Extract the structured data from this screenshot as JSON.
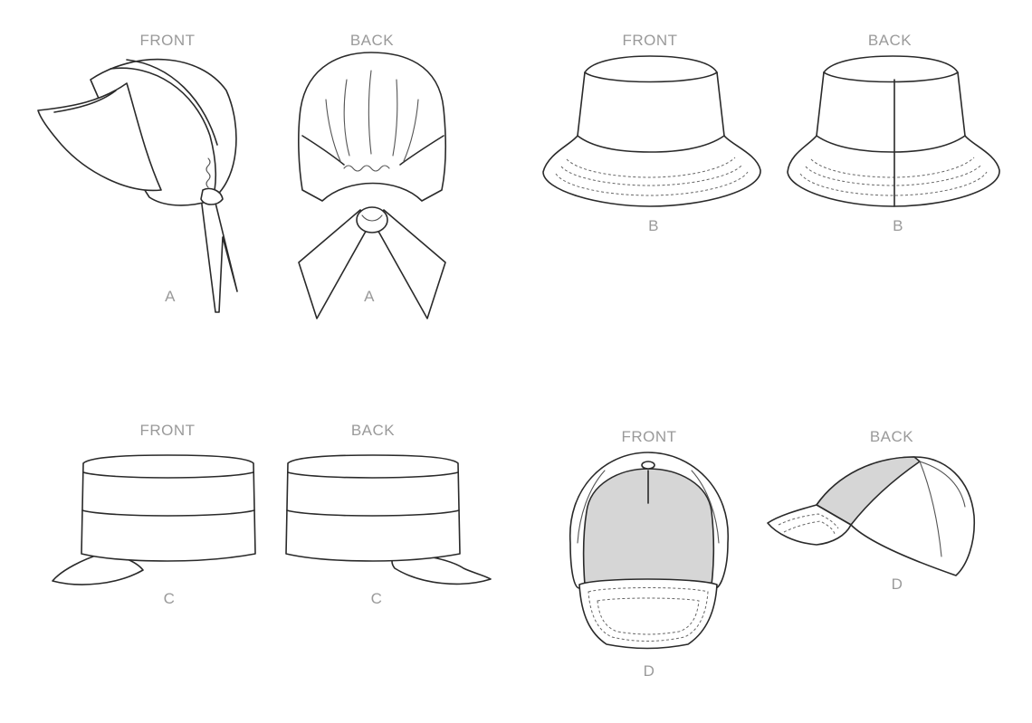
{
  "views": {
    "a_front": {
      "view_label": "FRONT",
      "letter": "A"
    },
    "a_back": {
      "view_label": "BACK",
      "letter": "A"
    },
    "b_front": {
      "view_label": "FRONT",
      "letter": "B"
    },
    "b_back": {
      "view_label": "BACK",
      "letter": "B"
    },
    "c_front": {
      "view_label": "FRONT",
      "letter": "C"
    },
    "c_back": {
      "view_label": "BACK",
      "letter": "C"
    },
    "d_front": {
      "view_label": "FRONT",
      "letter": "D"
    },
    "d_back": {
      "view_label": "BACK",
      "letter": "D"
    }
  },
  "colors": {
    "line": "#2a2a2a",
    "label": "#9a9a9a",
    "panel_fill": "#d6d6d6",
    "background": "#ffffff"
  }
}
